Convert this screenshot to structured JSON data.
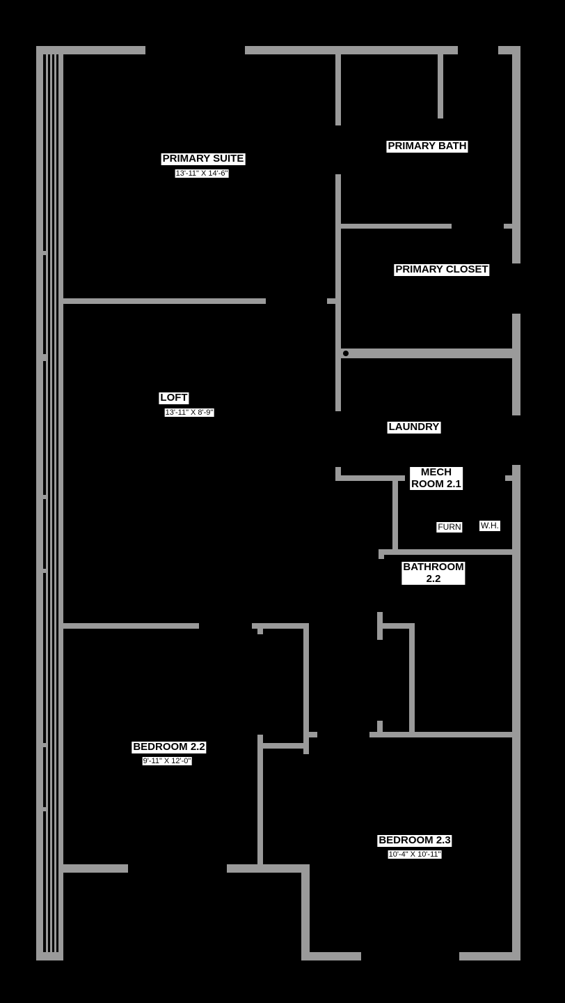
{
  "plan": {
    "rooms": [
      {
        "id": "primary-suite",
        "name": "PRIMARY SUITE",
        "dims": "13'-11\" X 14'-6\""
      },
      {
        "id": "primary-bath",
        "name": "PRIMARY BATH"
      },
      {
        "id": "primary-closet",
        "name": "PRIMARY CLOSET"
      },
      {
        "id": "loft",
        "name": "LOFT",
        "dims": "13'-11\" X 8'-9\""
      },
      {
        "id": "laundry",
        "name": "LAUNDRY"
      },
      {
        "id": "mech-room",
        "name_line1": "MECH",
        "name_line2": "ROOM 2.1"
      },
      {
        "id": "bathroom",
        "name_line1": "BATHROOM",
        "name_line2": "2.2"
      },
      {
        "id": "bedroom-2-2",
        "name": "BEDROOM 2.2",
        "dims": "9'-11\" X 12'-0\""
      },
      {
        "id": "bedroom-2-3",
        "name": "BEDROOM 2.3",
        "dims": "10'-4\" X 10'-11\""
      }
    ],
    "fixtures": {
      "furnace": "FURN",
      "water_heater": "W.H."
    },
    "colors": {
      "wall": "#9a9a9a",
      "background": "#000000",
      "label_bg": "#ffffff"
    }
  }
}
